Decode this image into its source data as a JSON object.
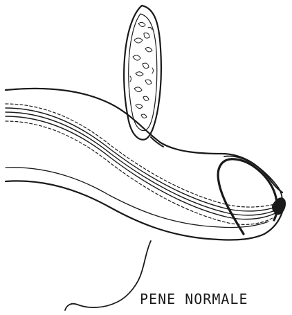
{
  "caption": "PENE NORMALE",
  "colors": {
    "ink": "#1a1a1a",
    "paper": "#ffffff"
  },
  "figure": {
    "parts": [
      "penis-shaft-outline",
      "testicle-outline",
      "urethra-lines",
      "glans-outline",
      "meatus",
      "scrotal-line"
    ]
  }
}
